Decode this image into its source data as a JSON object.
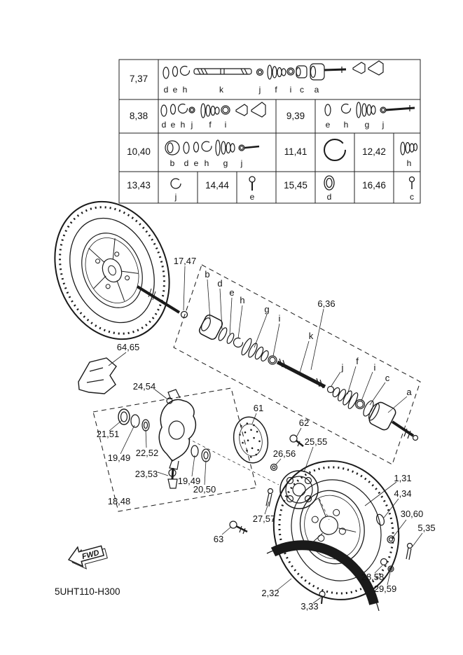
{
  "page": {
    "background": "#ffffff",
    "line_color": "#1a1a1a"
  },
  "footer": {
    "drawing_code": "5UHT110-H300",
    "fwd_label": "FWD"
  },
  "table": {
    "row1": {
      "ref": "7,37",
      "letters": [
        "d",
        "e",
        "h",
        "k",
        "j",
        "f",
        "i",
        "c",
        "a"
      ]
    },
    "row2a": {
      "ref": "8,38",
      "letters": [
        "d",
        "e",
        "h",
        "j",
        "f",
        "i"
      ]
    },
    "row2b": {
      "ref": "9,39",
      "letters": [
        "e",
        "h",
        "g",
        "j"
      ]
    },
    "row3a": {
      "ref": "10,40",
      "letters": [
        "b",
        "d",
        "e",
        "h",
        "g",
        "j"
      ]
    },
    "row3b": {
      "ref": "11,41",
      "letters": []
    },
    "row3c": {
      "ref": "12,42",
      "letters": [
        "h"
      ]
    },
    "row4a": {
      "ref": "13,43",
      "letters": [
        "j"
      ]
    },
    "row4b": {
      "ref": "14,44",
      "letters": [
        "e"
      ]
    },
    "row4c": {
      "ref": "15,45",
      "letters": [
        "d"
      ]
    },
    "row4d": {
      "ref": "16,46",
      "letters": [
        "c"
      ]
    }
  },
  "callouts": [
    "17,47",
    "b",
    "d",
    "e",
    "h",
    "g",
    "i",
    "6,36",
    "k",
    "j",
    "f",
    "i",
    "c",
    "a",
    "64,65",
    "24,54",
    "21,51",
    "19,49",
    "22,52",
    "23,53",
    "19,49",
    "20,50",
    "18,48",
    "61",
    "62",
    "26,56",
    "25,55",
    "27,57",
    "63",
    "1,31",
    "4,34",
    "30,60",
    "5,35",
    "28,58",
    "29,59",
    "2,32",
    "3,33"
  ]
}
